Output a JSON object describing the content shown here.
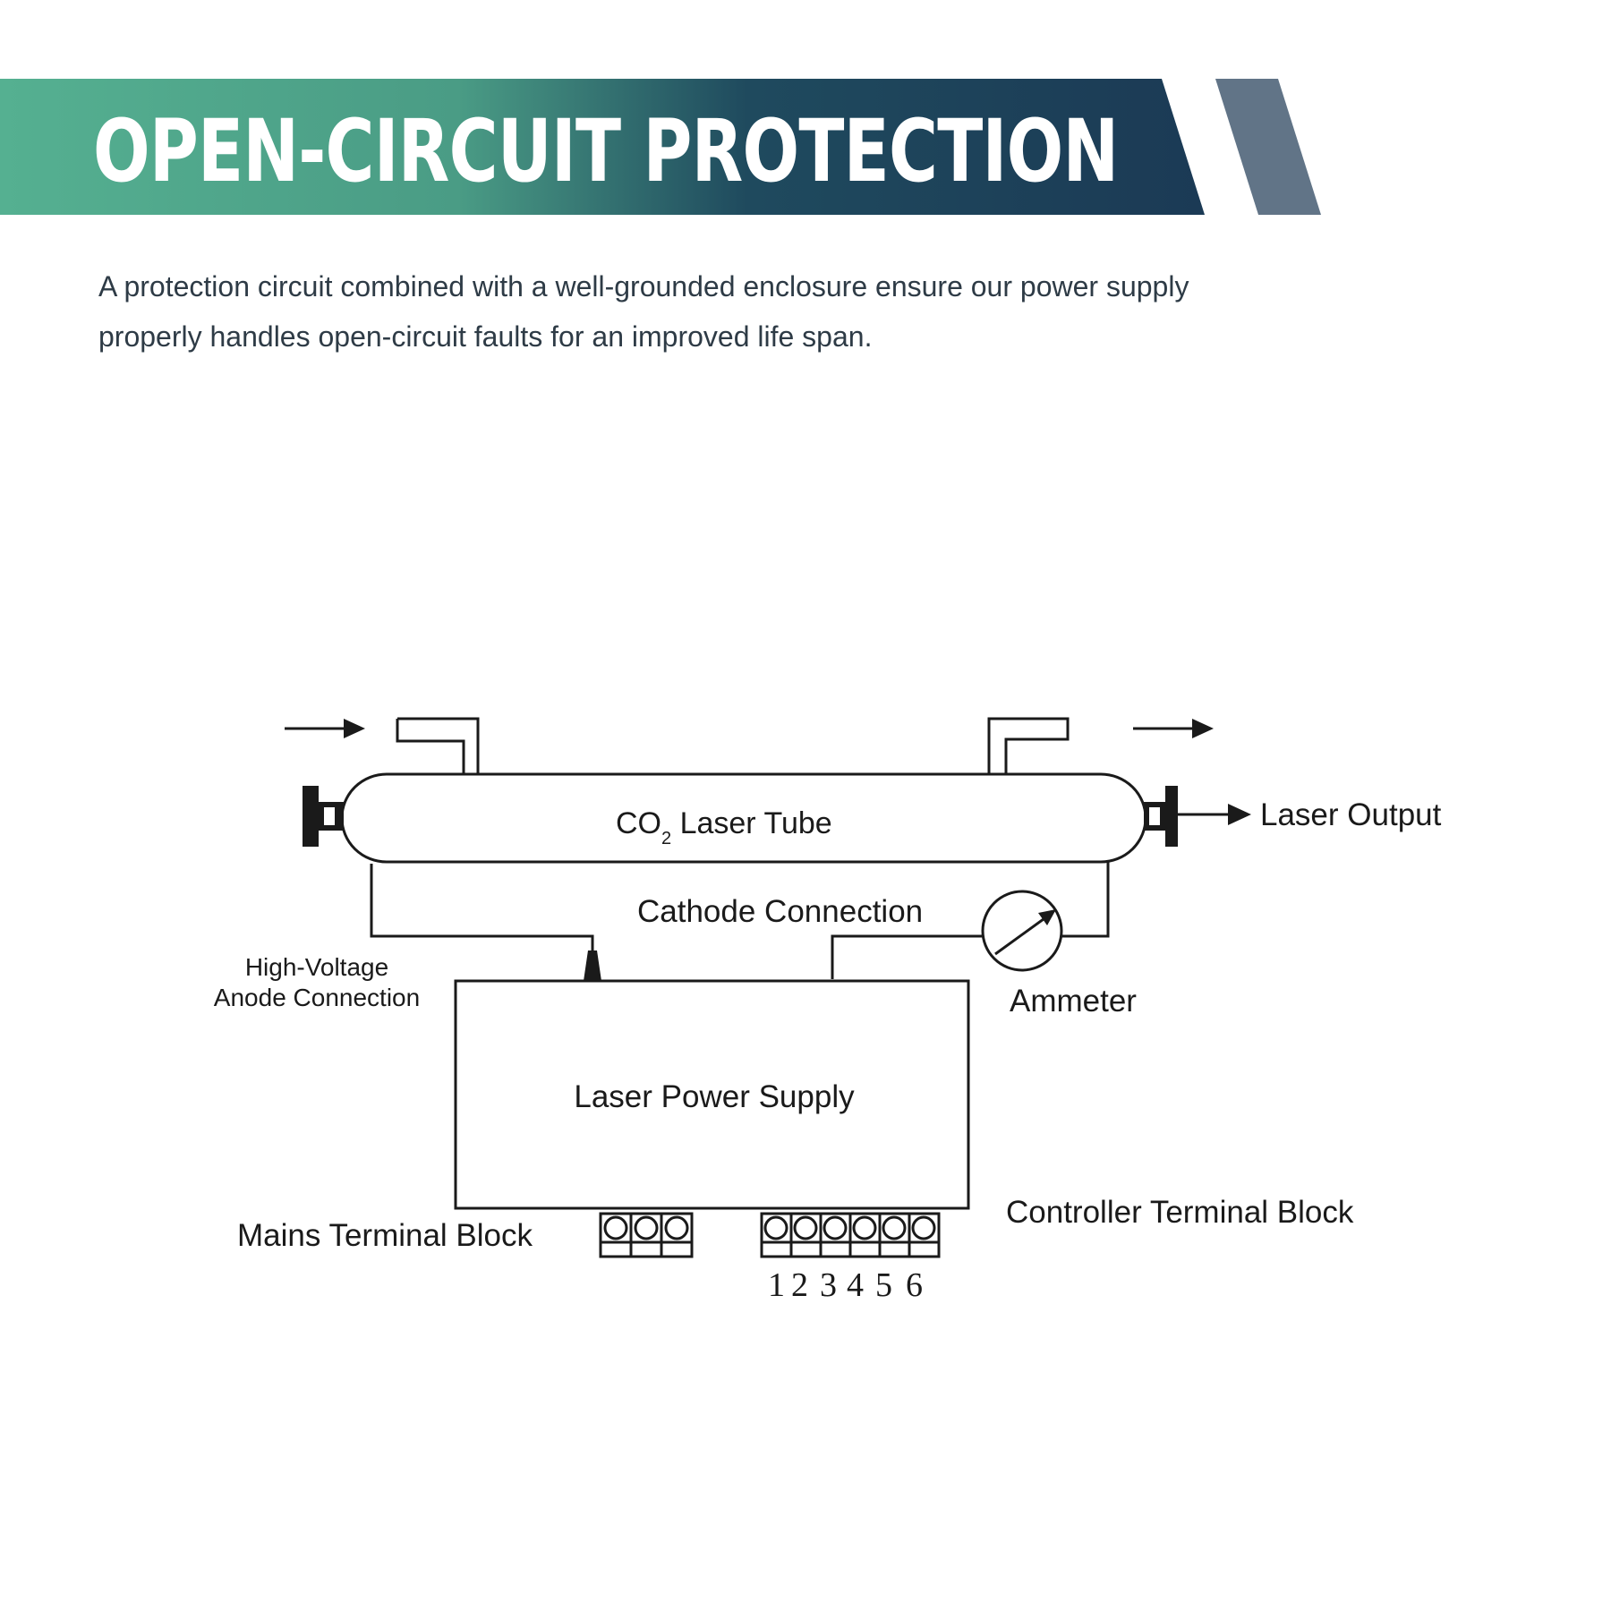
{
  "header": {
    "title": "OPEN-CIRCUIT PROTECTION",
    "gradient_start": "#55b091",
    "gradient_end": "#1b3a55",
    "accent_stripe": "#617487"
  },
  "intro": {
    "line1": "A protection circuit combined with a well-grounded enclosure ensure our power supply",
    "line2": "properly handles open-circuit faults for an improved life span."
  },
  "diagram": {
    "tube_label_prefix": "CO",
    "tube_label_sub": "2",
    "tube_label_suffix": " Laser Tube",
    "laser_output": "Laser Output",
    "cathode_connection": "Cathode Connection",
    "anode_line1": "High-Voltage",
    "anode_line2": "Anode Connection",
    "ammeter": "Ammeter",
    "power_supply": "Laser Power Supply",
    "mains_terminal": "Mains Terminal Block",
    "controller_terminal": "Controller Terminal Block",
    "terminal_numbers": [
      "1",
      "2",
      "3",
      "4",
      "5",
      "6"
    ]
  }
}
